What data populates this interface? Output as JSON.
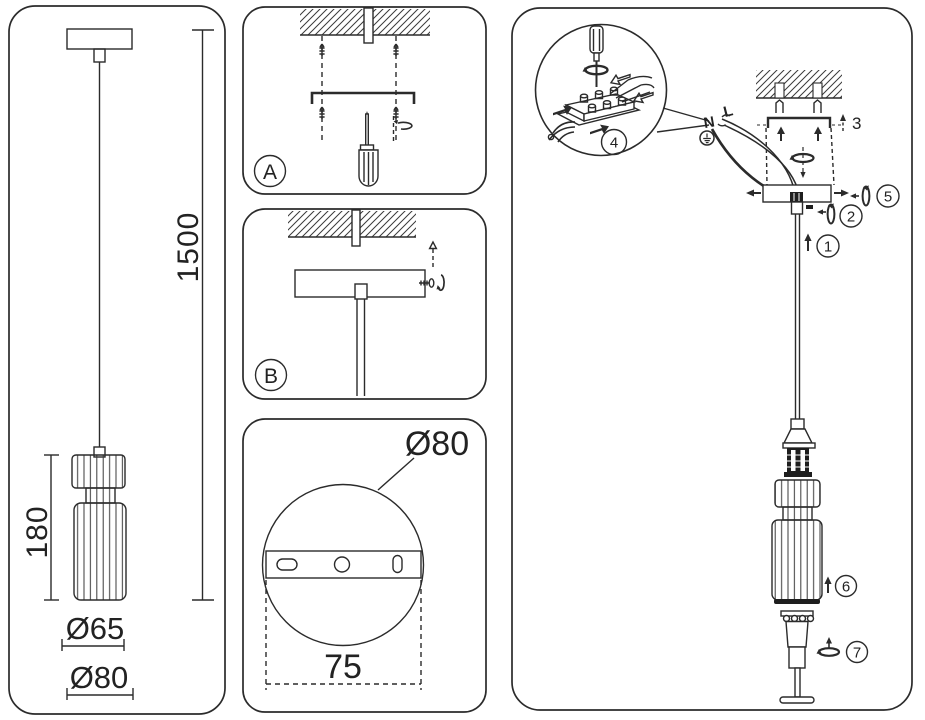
{
  "colors": {
    "line": "#2b2b2b",
    "bg": "#ffffff"
  },
  "side_view": {
    "overall_height": "1500",
    "shade_height": "180",
    "shade_diameter": "Ø65",
    "canopy_diameter": "Ø80"
  },
  "step_a": {
    "label": "A"
  },
  "step_b": {
    "label": "B"
  },
  "plate": {
    "diameter": "Ø80",
    "slot_spacing": "75"
  },
  "assembly": {
    "neutral_label": "N",
    "live_label": "L",
    "step_numbers": [
      "1",
      "2",
      "3",
      "4",
      "5",
      "6",
      "7"
    ]
  }
}
